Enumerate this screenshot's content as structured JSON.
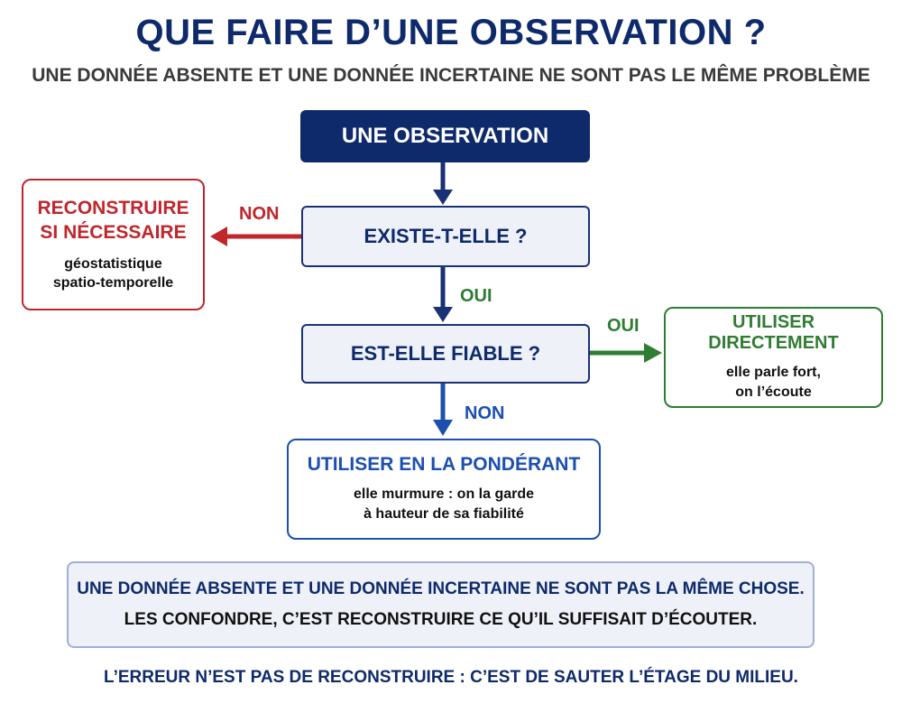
{
  "header": {
    "title": "QUE FAIRE D’UNE OBSERVATION ?",
    "subtitle": "UNE DONNÉE ABSENTE ET UNE DONNÉE INCERTAINE NE SONT PAS LE MÊME PROBLÈME"
  },
  "flow": {
    "start": "UNE OBSERVATION",
    "question_exists": "EXISTE-T-ELLE ?",
    "question_reliable": "EST-ELLE FIABLE ?",
    "label_no_exists": "NON",
    "label_yes_exists": "OUI",
    "label_yes_reliable": "OUI",
    "label_no_reliable": "NON",
    "reconstruct": {
      "title_line1": "RECONSTRUIRE",
      "title_line2": "SI NÉCESSAIRE",
      "desc_line1": "géostatistique",
      "desc_line2": "spatio-temporelle"
    },
    "direct": {
      "title": "UTILISER DIRECTEMENT",
      "desc_line1": "elle parle fort,",
      "desc_line2": "on l’écoute"
    },
    "weighted": {
      "title": "UTILISER EN LA PONDÉRANT",
      "desc_line1": "elle murmure : on la garde",
      "desc_line2": "à hauteur de sa fiabilité"
    }
  },
  "summary": {
    "line1": "UNE DONNÉE ABSENTE ET UNE DONNÉE INCERTAINE NE SONT PAS LA MÊME CHOSE.",
    "line2": "LES CONFONDRE, C’EST RECONSTRUIRE CE QU’IL SUFFISAIT D’ÉCOUTER."
  },
  "footer": "L’ERREUR N’EST PAS DE RECONSTRUIRE : C’EST DE SAUTER L’ÉTAGE DU MILIEU.",
  "colors": {
    "navy": "#0f2a6b",
    "red": "#c0262b",
    "green": "#2e7d32",
    "blue": "#1c4fb0"
  }
}
